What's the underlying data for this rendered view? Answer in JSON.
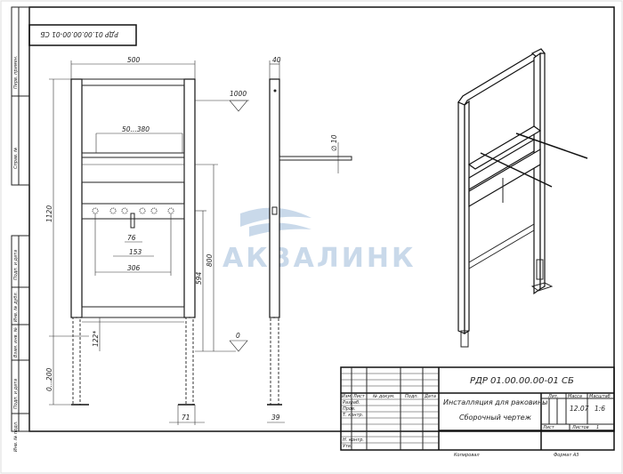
{
  "drawing": {
    "code_rotated": "РДР 01.00.00.00-01 СБ",
    "watermark": "АКВАЛИНК",
    "side_stamp": [
      "Перв. примен.",
      "Справ. №",
      "Подп. и дата",
      "Инв. № дубл.",
      "Взам. инв. №",
      "Подп. и дата",
      "Инв. № подл."
    ],
    "dimensions": {
      "width": "500",
      "height": "1120",
      "adjust_legs": "0...200",
      "range": "50...380",
      "d76": "76",
      "d153": "153",
      "d306": "306",
      "d800": "800",
      "d594": "594",
      "d122": "122*",
      "d71": "71",
      "d40": "40",
      "d39": "39",
      "diameter": "∅ 10",
      "level_1000": "1000",
      "level_0": "0"
    }
  },
  "title_block": {
    "designation": "РДР 01.00.00.00-01 СБ",
    "name_line1": "Инсталляция для раковины",
    "name_line2": "Сборочный чертеж",
    "col_headers": [
      "Изм",
      "Лист",
      "№ докум.",
      "Подп.",
      "Дата"
    ],
    "roles": [
      "Разраб.",
      "Пров.",
      "Т. контр.",
      "",
      "Н. контр.",
      "Утв."
    ],
    "lit_label": "Лит.",
    "mass_label": "Масса",
    "scale_label": "Масштаб",
    "mass_value": "12.07",
    "scale_value": "1:6",
    "sheet_label": "Лист",
    "sheets_label": "Листов",
    "sheets_value": "1",
    "copied": "Копировал",
    "format": "Формат A3"
  }
}
